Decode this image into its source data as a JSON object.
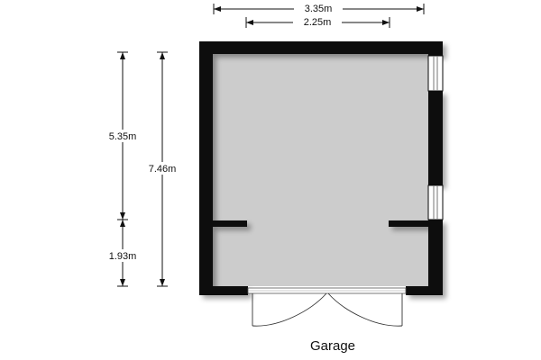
{
  "room": {
    "name": "Garage"
  },
  "dimensions": {
    "outer_width": "3.35m",
    "inner_width": "2.25m",
    "total_depth": "7.46m",
    "upper_depth": "5.35m",
    "lower_depth": "1.93m"
  },
  "colors": {
    "wall": "#0a0a0a",
    "floor": "#cccccc",
    "dimension_line": "#111111",
    "window_glass": "#ffffff"
  }
}
